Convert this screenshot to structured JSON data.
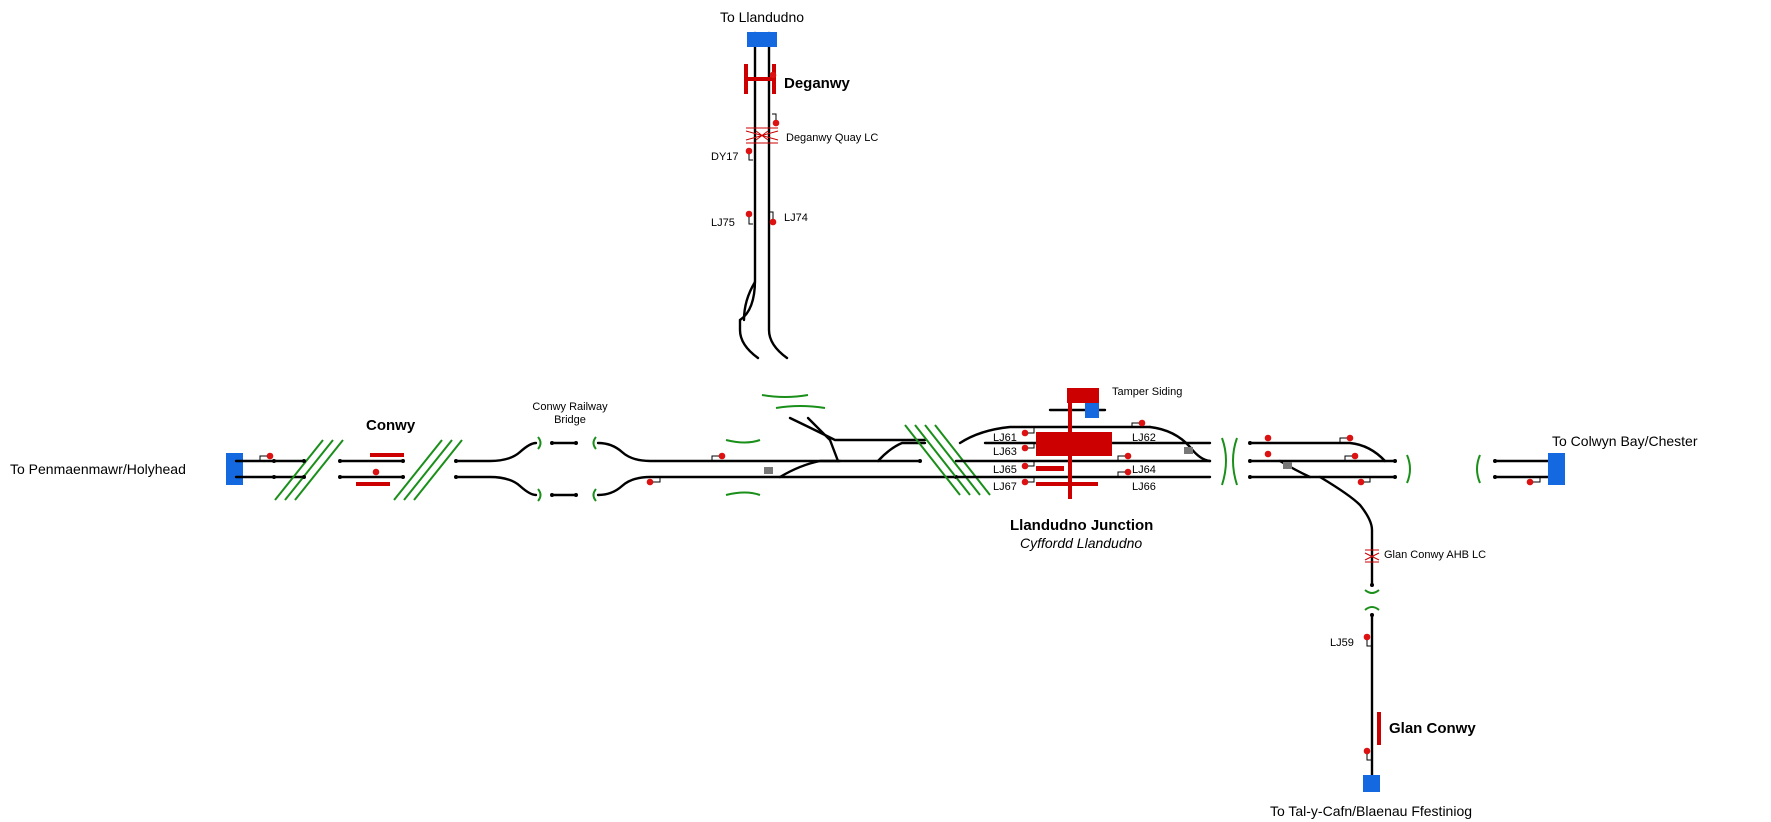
{
  "destinations": {
    "north": "To Llandudno",
    "west": "To Penmaenmawr/Holyhead",
    "east": "To Colwyn Bay/Chester",
    "south": "To Tal-y-Cafn/Blaenau Ffestiniog"
  },
  "stations": {
    "deganwy": "Deganwy",
    "conwy": "Conwy",
    "llandudno_junction": "Llandudno Junction",
    "llandudno_junction_welsh": "Cyffordd Llandudno",
    "glan_conwy": "Glan Conwy"
  },
  "features": {
    "deganwy_quay_lc": "Deganwy Quay LC",
    "conwy_bridge_line1": "Conwy Railway",
    "conwy_bridge_line2": "Bridge",
    "tamper_siding": "Tamper Siding",
    "glan_conwy_lc": "Glan Conwy AHB LC"
  },
  "signals": {
    "dy17": "DY17",
    "lj74": "LJ74",
    "lj75": "LJ75",
    "lj61": "LJ61",
    "lj62": "LJ62",
    "lj63": "LJ63",
    "lj64": "LJ64",
    "lj65": "LJ65",
    "lj66": "LJ66",
    "lj67": "LJ67",
    "lj59": "LJ59"
  },
  "colors": {
    "track": "#000000",
    "platform": "#cc0000",
    "signal": "#dd1111",
    "bridge": "#1a8f1a",
    "line_end": "#1469e0"
  }
}
